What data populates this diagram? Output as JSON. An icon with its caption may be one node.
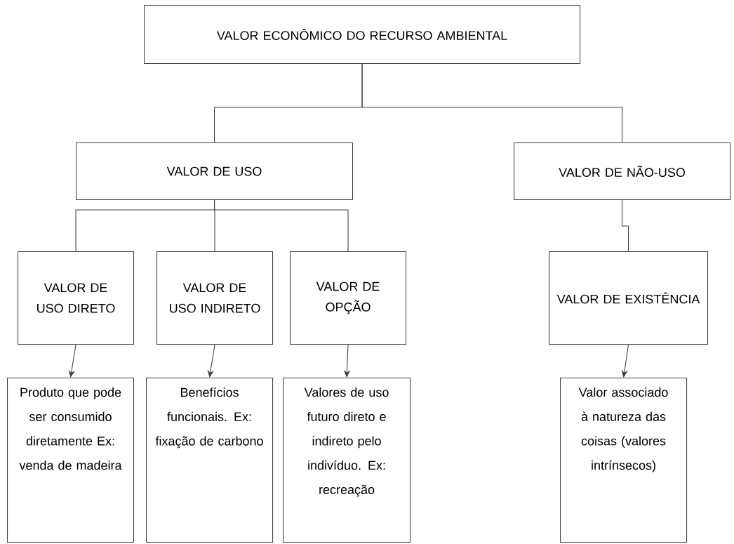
{
  "diagram": {
    "nodes": [
      {
        "text": [
          "VALOR ECONÔMICO DO RECURSO AMBIENTAL"
        ]
      },
      {
        "text": [
          "VALOR DE USO"
        ]
      },
      {
        "text": [
          "VALOR DE NÃO-USO"
        ]
      },
      {
        "text": [
          "VALOR DE USO DIRETO"
        ]
      },
      {
        "text": [
          "VALOR DE USO INDIRETO"
        ]
      },
      {
        "text": [
          "VALOR DE OPÇÃO"
        ]
      },
      {
        "text": [
          "VALOR DE EXISTÊNCIA"
        ]
      },
      {
        "text": [
          "Produto que pode ser consumido diretamente Ex: venda de madeira"
        ]
      },
      {
        "text": [
          "Benefícios funcionais. Ex: fixação de carbono"
        ]
      },
      {
        "text": [
          "Valores de uso futuro direto e indireto pelo indivíduo. Ex: recreação"
        ]
      },
      {
        "text": [
          "Valor associado à natureza das coisas (valores intrínsecos)"
        ]
      }
    ],
    "edges": [
      {
        "from": 0,
        "to": 1,
        "arrow": "none"
      },
      {
        "from": 0,
        "to": 2,
        "arrow": "none"
      },
      {
        "from": 1,
        "to": 3,
        "arrow": "none"
      },
      {
        "from": 1,
        "to": 4,
        "arrow": "none"
      },
      {
        "from": 1,
        "to": 5,
        "arrow": "none"
      },
      {
        "from": 2,
        "to": 6,
        "arrow": "none"
      },
      {
        "from": 3,
        "to": 7,
        "arrow": "to"
      },
      {
        "from": 4,
        "to": 8,
        "arrow": "to"
      },
      {
        "from": 5,
        "to": 9,
        "arrow": "to"
      },
      {
        "from": 6,
        "to": 10,
        "arrow": "to"
      }
    ]
  }
}
